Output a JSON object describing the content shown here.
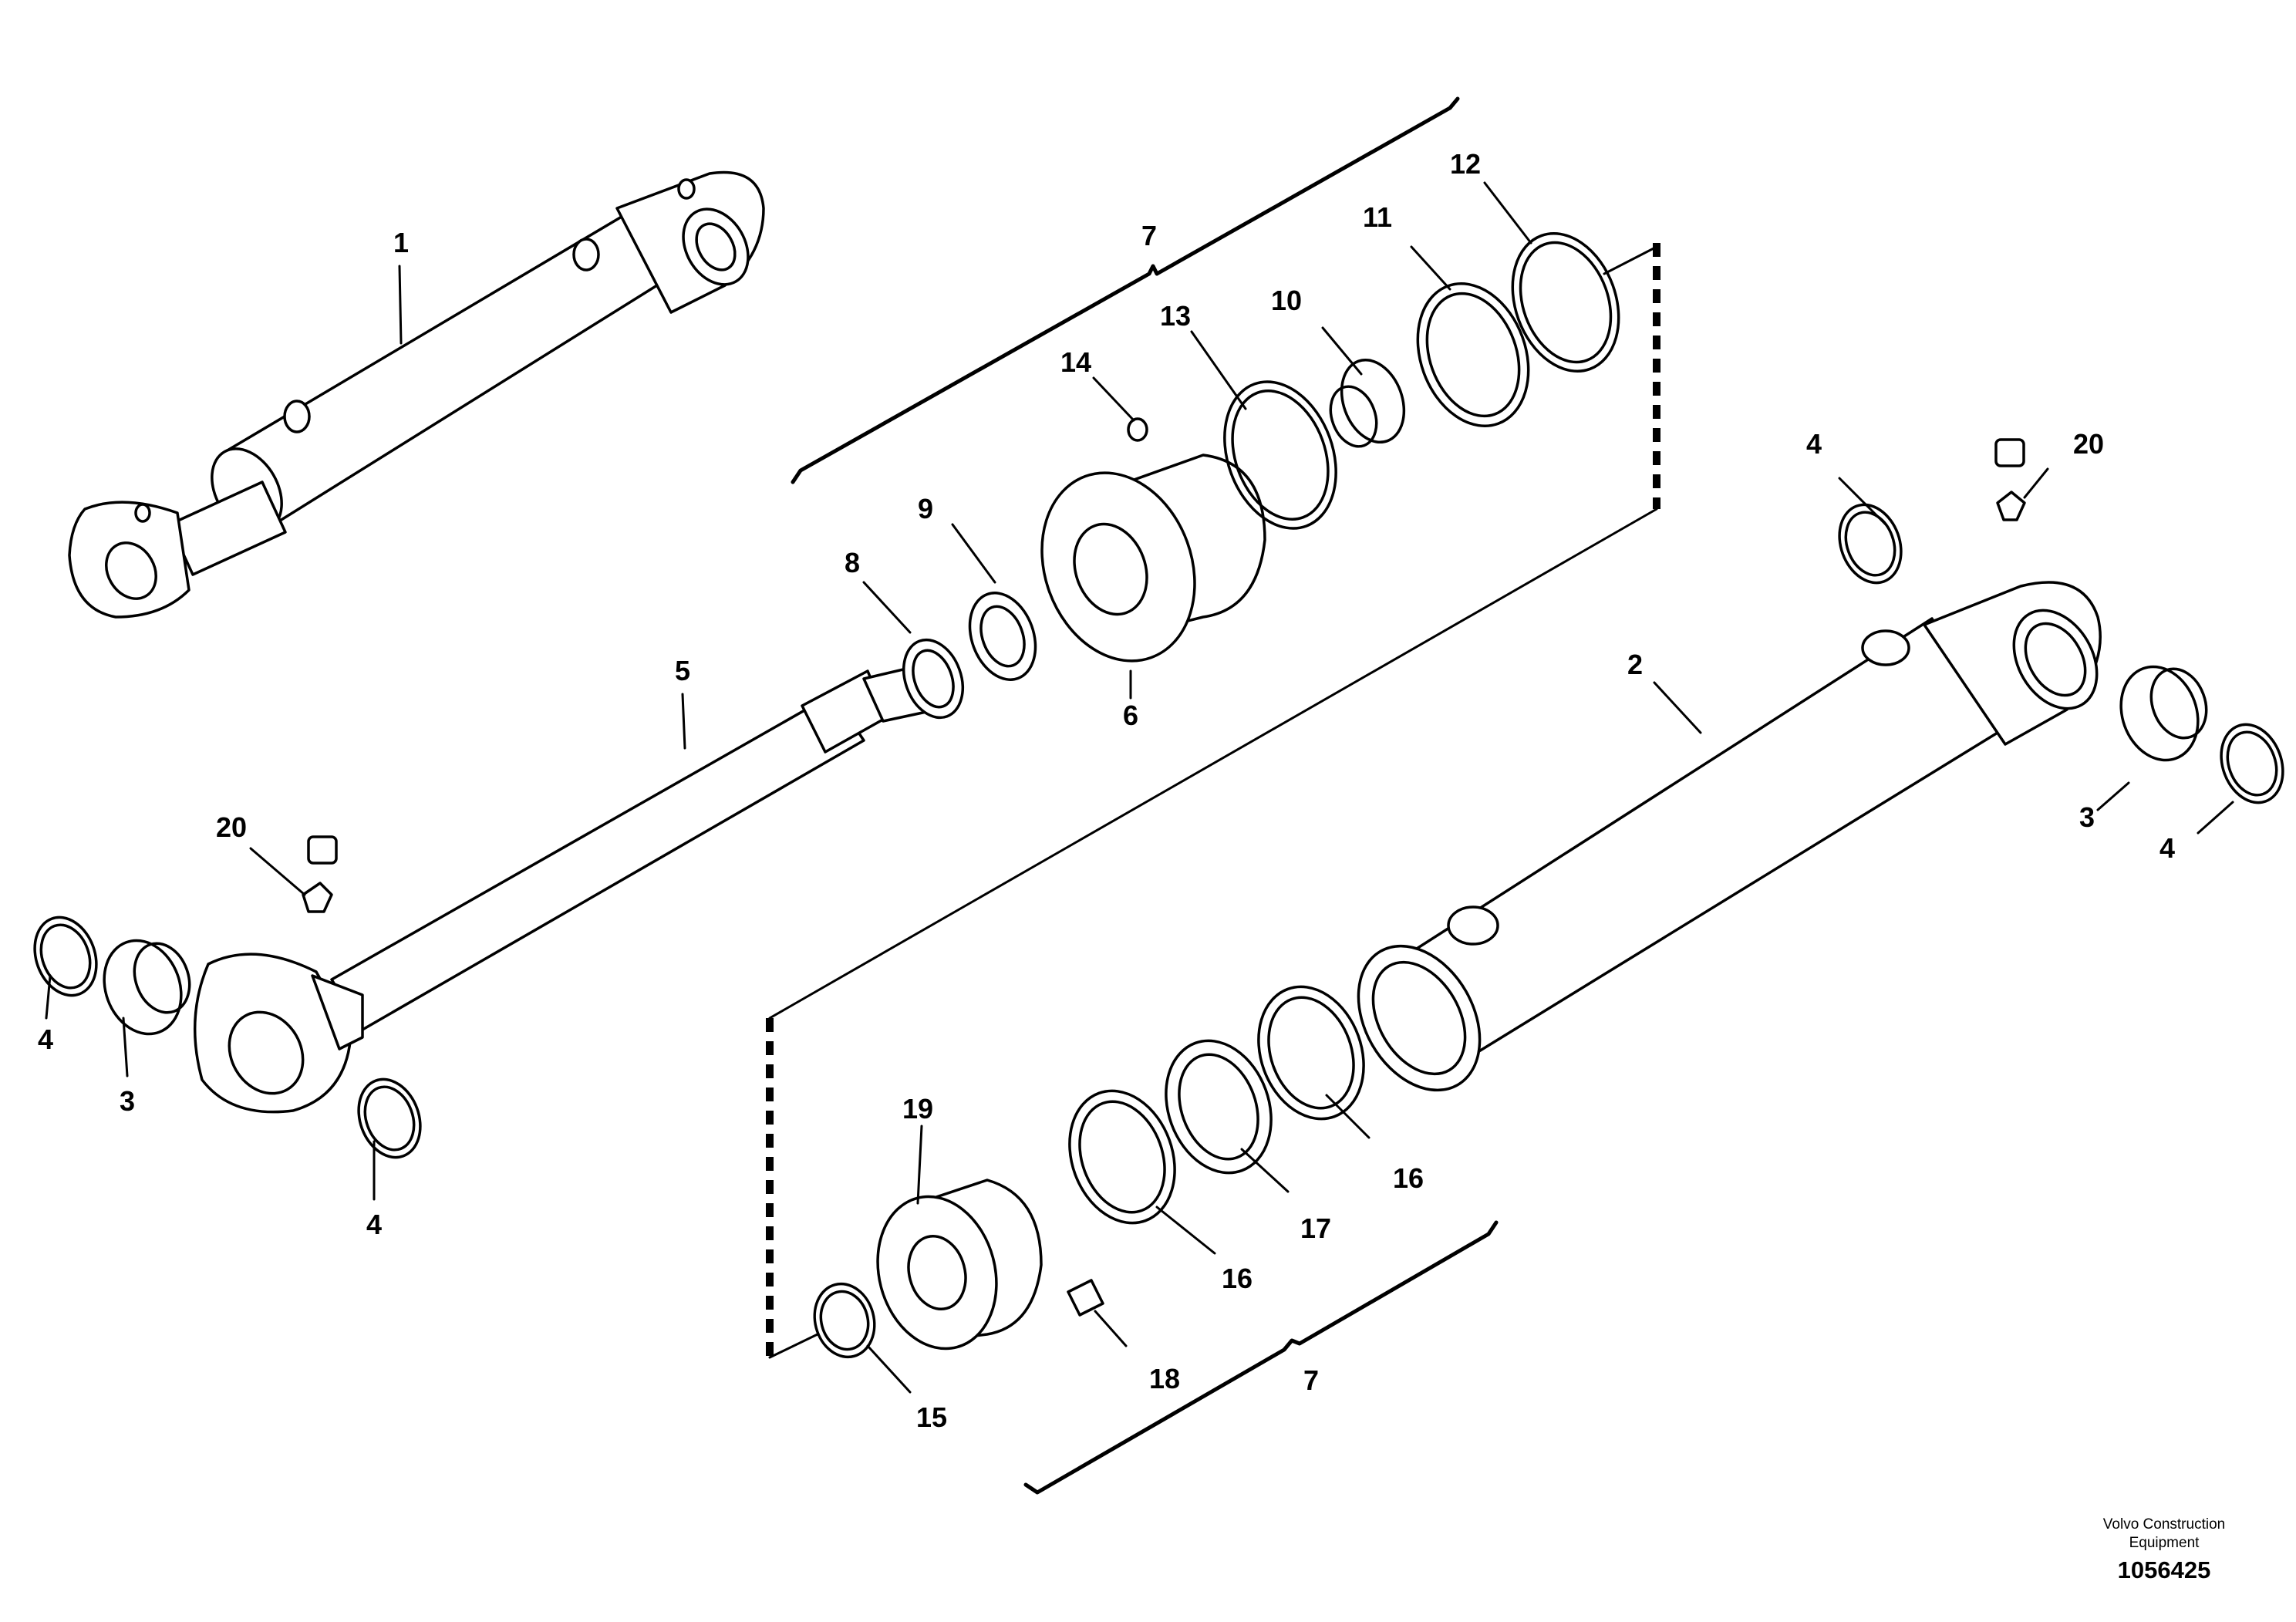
{
  "callouts": {
    "c1": "1",
    "c2": "2",
    "c3a": "3",
    "c3b": "3",
    "c4a": "4",
    "c4b": "4",
    "c4c": "4",
    "c4d": "4",
    "c5": "5",
    "c6": "6",
    "c7a": "7",
    "c7b": "7",
    "c8": "8",
    "c9": "9",
    "c10": "10",
    "c11": "11",
    "c12": "12",
    "c13": "13",
    "c14": "14",
    "c15": "15",
    "c16a": "16",
    "c16b": "16",
    "c17": "17",
    "c18": "18",
    "c19": "19",
    "c20a": "20",
    "c20b": "20"
  },
  "footer": {
    "brand_line1": "Volvo Construction",
    "brand_line2": "Equipment",
    "doc_number": "1056425"
  }
}
